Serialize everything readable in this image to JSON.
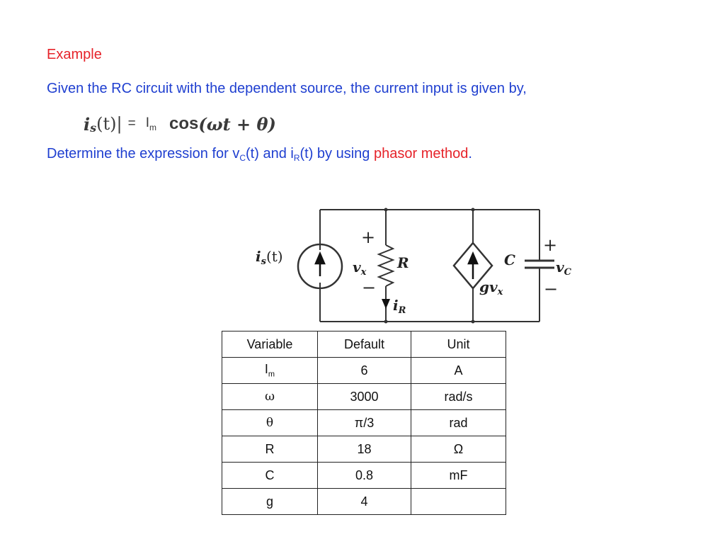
{
  "heading": "Example",
  "intro": "Given the RC circuit with the dependent source, the current input is given by,",
  "equation": {
    "lhs_var": "i",
    "lhs_sub": "s",
    "lhs_arg": "(t)|",
    "equals": "=",
    "amp": "I",
    "amp_sub": "m",
    "cos": "cos",
    "arg": "(ωt + θ)"
  },
  "task": {
    "prefix": "Determine the expression for v",
    "vc_sub": "C",
    "mid": "(t) and i",
    "ir_sub": "R",
    "mid2": "(t) by using ",
    "highlight": "phasor method",
    "suffix": "."
  },
  "circuit": {
    "source_label": "i",
    "source_sub": "s",
    "source_arg": "(t)",
    "plus": "+",
    "minus": "−",
    "vx_label": "v",
    "vx_sub": "x",
    "r_label": "R",
    "ir_label": "i",
    "ir_sub": "R",
    "c_label": "C",
    "vc_label": "v",
    "vc_sub": "C",
    "dep_label": "gv",
    "dep_sub": "x"
  },
  "table": {
    "headers": [
      "Variable",
      "Default",
      "Unit"
    ],
    "rows": [
      {
        "variable": "I",
        "sub": "m",
        "default": "6",
        "unit": "A"
      },
      {
        "variable": "ω",
        "sub": "",
        "default": "3000",
        "unit": "rad/s"
      },
      {
        "variable": "θ",
        "sub": "",
        "default": "π/3",
        "unit": "rad"
      },
      {
        "variable": "R",
        "sub": "",
        "default": "18",
        "unit": "Ω"
      },
      {
        "variable": "C",
        "sub": "",
        "default": "0.8",
        "unit": "mF"
      },
      {
        "variable": "g",
        "sub": "",
        "default": "4",
        "unit": ""
      }
    ]
  },
  "colors": {
    "heading": "#e6232a",
    "text": "#1f3fd0",
    "highlight": "#e6232a"
  }
}
